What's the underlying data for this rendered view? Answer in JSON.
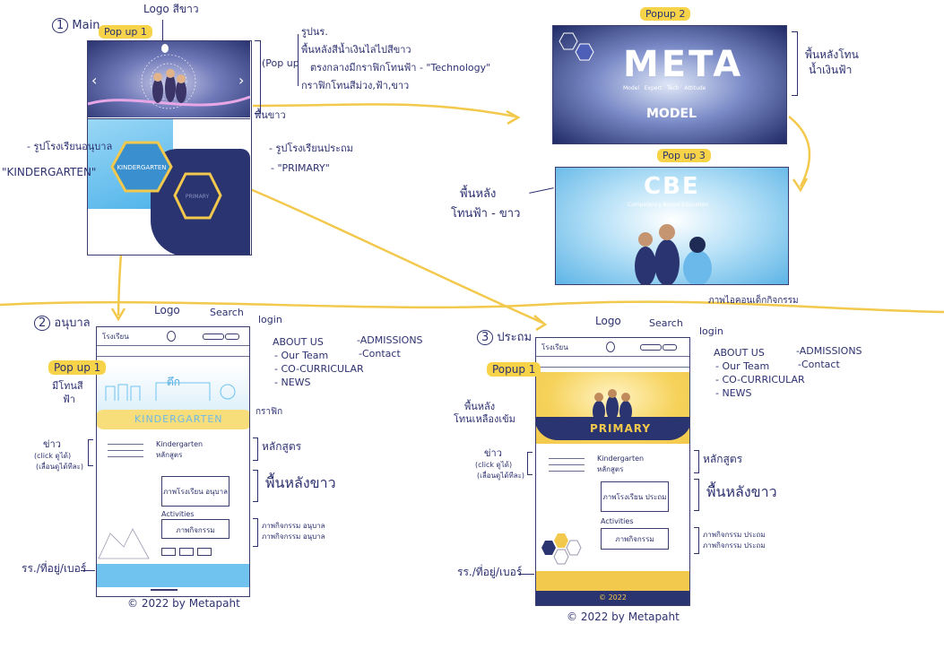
{
  "section1": {
    "number": "1",
    "title": "Main",
    "popup_tag": "Pop up 1",
    "logo_label": "Logo สีขาว",
    "popup_bracket_label": "(Pop up",
    "notes": [
      "รูปนร.",
      "พื้นหลังสีน้ำเงินไล่ไปสีขาว",
      "ตรงกลางมีกราฟิกโทนฟ้า - \"Technology\"",
      "กราฟิกโทนสีม่วง,ฟ้า,ขาว"
    ],
    "bg_white": "พื้นขาว",
    "left_note_1": "- รูปโรงเรียนอนุบาล",
    "left_note_2": "\"KINDERGARTEN\"",
    "right_note_1": "- รูปโรงเรียนประถม",
    "right_note_2": "- \"PRIMARY\"",
    "hex_left": "KINDERGARTEN",
    "hex_right": "PRIMARY",
    "arrow_left": "‹",
    "arrow_right": "›"
  },
  "popup2": {
    "tag": "Popup 2",
    "title": "META",
    "subtitle": "MODEL",
    "words": [
      "Model",
      "Expert",
      "Tech",
      "Attitude"
    ],
    "note_1": "พื้นหลังโทน",
    "note_2": "น้ำเงินฟ้า"
  },
  "popup3": {
    "tag": "Pop up 3",
    "title": "CBE",
    "subtitle": "Competency Based Education",
    "note_1": "พื้นหลัง",
    "note_2": "โทนฟ้า - ขาว",
    "note_bottom": "ภาพไอคอนเด็กกิจกรรม"
  },
  "section2": {
    "number": "2",
    "title": "อนุบาล",
    "logo_label": "Logo",
    "search_label": "Search",
    "login_label": "login",
    "school_name": "โรงเรียน",
    "nav": [
      "ABOUT US",
      "- Our Team",
      "- CO-CURRICULAR",
      "- NEWS"
    ],
    "nav_right": [
      "-ADMISSIONS",
      "-Contact"
    ],
    "popup_tag": "Pop up 1",
    "popup_note_1": "มีโทนสี",
    "popup_note_2": "ฟ้า",
    "banner_text": "KINDERGARTEN",
    "building_label": "ตึก",
    "right_note_banner": "กราฟิก",
    "news_label": "ข่าว",
    "news_note": "(click ดูได้)",
    "news_note2": "(เลื่อนดูได้ทีละ)",
    "curriculum_label": "หลักสูตร",
    "bg_white": "พื้นหลังขาว",
    "course_head": "Kindergarten",
    "course_sub": "หลักสูตร",
    "image_box": "ภาพโรงเรียน อนุบาล",
    "activities": "Activities",
    "activity_box": "ภาพกิจกรรม",
    "activity_note_1": "ภาพกิจกรรม อนุบาล",
    "activity_note_2": "ภาพกิจกรรม อนุบาล",
    "footer_note": "รร./ที่อยู่/เบอร์",
    "copyright": "© 2022 by Metapaht"
  },
  "section3": {
    "number": "3",
    "title": "ประถม",
    "logo_label": "Logo",
    "search_label": "Search",
    "login_label": "login",
    "school_name": "โรงเรียน",
    "nav": [
      "ABOUT US",
      "- Our Team",
      "- CO-CURRICULAR",
      "- NEWS"
    ],
    "nav_right": [
      "-ADMISSIONS",
      "-Contact"
    ],
    "popup_tag": "Popup 1",
    "popup_note_1": "พื้นหลัง",
    "popup_note_2": "โทนเหลืองเข้ม",
    "banner_text": "PRIMARY",
    "news_label": "ข่าว",
    "news_note": "(click ดูได้)",
    "news_note2": "(เลื่อนดูได้ทีละ)",
    "curriculum_label": "หลักสูตร",
    "bg_white": "พื้นหลังขาว",
    "course_head": "Kindergarten",
    "course_sub": "หลักสูตร",
    "image_box": "ภาพโรงเรียน ประถม",
    "activities": "Activities",
    "activity_box": "ภาพกิจกรรม",
    "activity_note_1": "ภาพกิจกรรม ประถม",
    "activity_note_2": "ภาพกิจกรรม ประถม",
    "footer_note": "รร./ที่อยู่/เบอร์",
    "footer_copy": "© 2022",
    "copyright": "© 2022 by Metapaht"
  },
  "colors": {
    "ink": "#2d3170",
    "yellow": "#f2c94c",
    "navy": "#2a3470",
    "sky": "#6fc3ee"
  }
}
